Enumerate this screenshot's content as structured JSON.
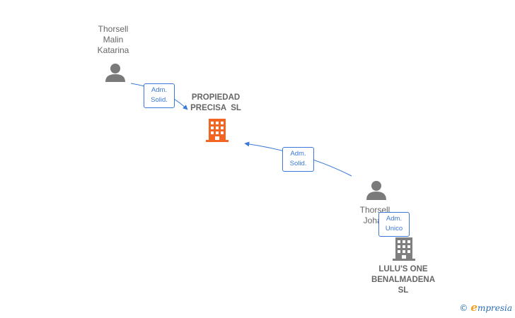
{
  "persons": [
    {
      "lines": [
        "Thorsell",
        "Malin",
        "Katarina"
      ]
    },
    {
      "lines": [
        "Thorsell",
        "Johan"
      ]
    }
  ],
  "companies": [
    {
      "lines": [
        "PROPIEDAD",
        "PRECISA  SL"
      ],
      "color": "#f26522"
    },
    {
      "lines": [
        "LULU'S ONE",
        "BENALMADENA",
        "SL"
      ],
      "color": "#7f7f7f"
    }
  ],
  "relations": [
    {
      "lines": [
        "Adm.",
        "Solid."
      ]
    },
    {
      "lines": [
        "Adm.",
        "Solid."
      ]
    },
    {
      "lines": [
        "Adm.",
        "Unico"
      ]
    }
  ],
  "colors": {
    "edge": "#3a78d8",
    "person_icon": "#7a7a7a",
    "text": "#666666"
  },
  "brand": {
    "copyright": "©",
    "e_letter": "e",
    "rest": "mpresia"
  }
}
